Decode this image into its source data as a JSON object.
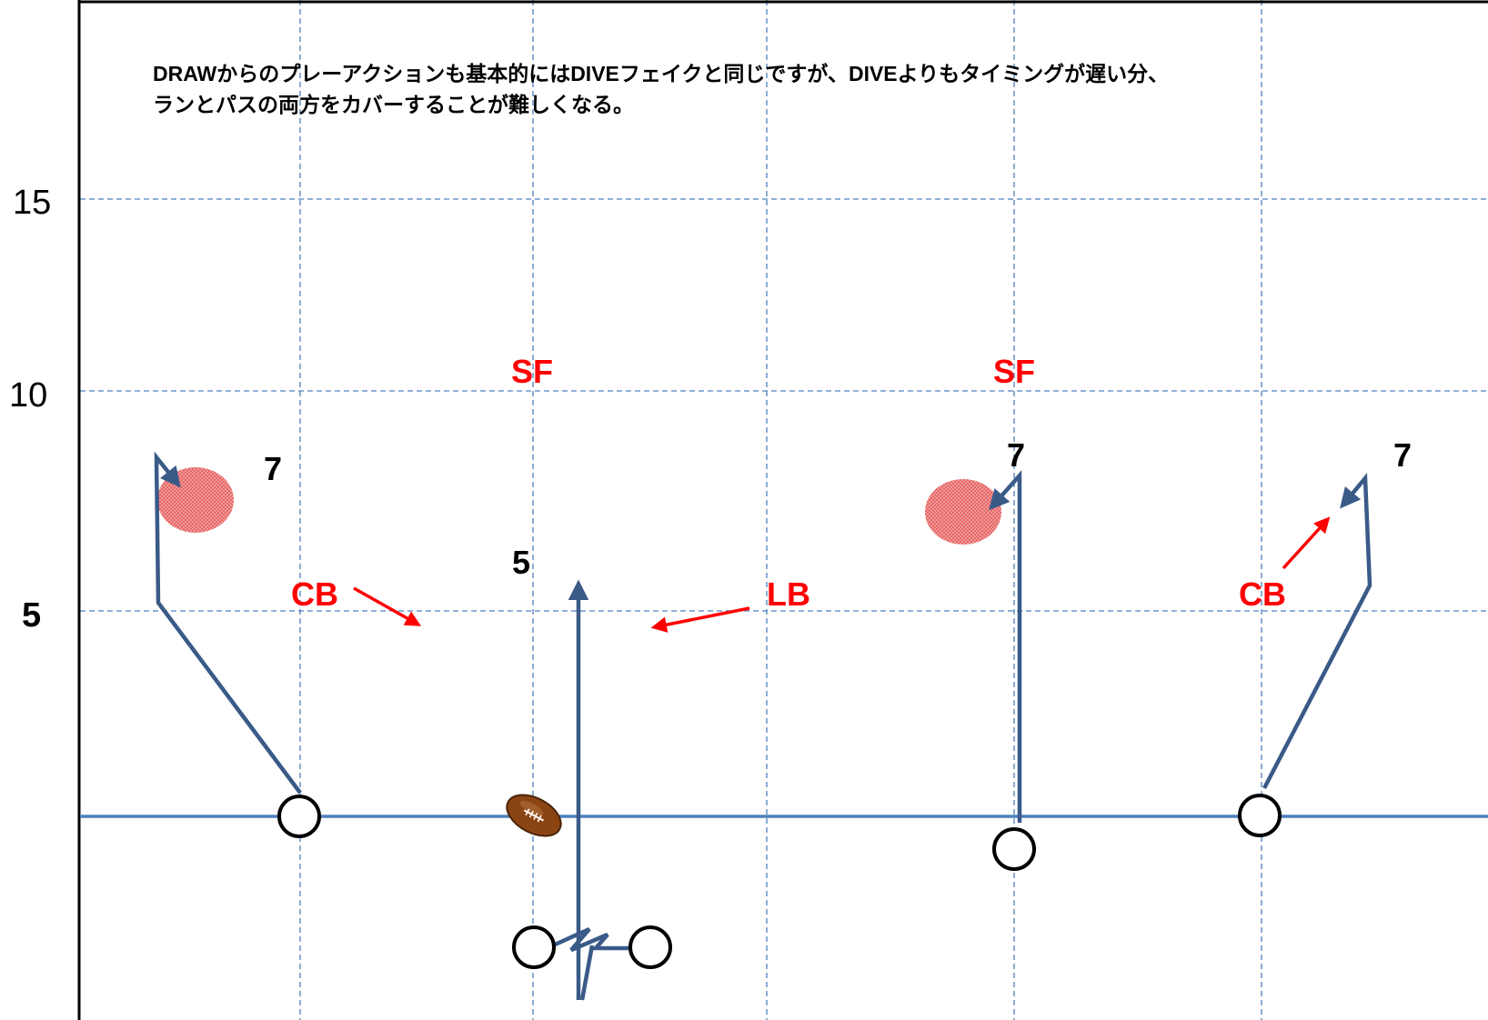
{
  "description": {
    "line1": "DRAWからのプレーアクションも基本的にはDIVEフェイクと同じですが、DIVEよりもタイミングが遅い分、",
    "line2": "ランとパスの両方をカバーすることが難しくなる。"
  },
  "yard_markers": {
    "y15": "15",
    "y10": "10",
    "y5": "5"
  },
  "defenders": {
    "sf_left": "SF",
    "sf_right": "SF",
    "cb_left": "CB",
    "lb": "LB",
    "cb_right": "CB"
  },
  "route_depths": {
    "left_outside": "7",
    "center": "5",
    "right_inside": "7",
    "right_outside": "7"
  },
  "colors": {
    "grid": "#4f81bd",
    "route": "#3a5a88",
    "defender_label": "#ff0000",
    "target_zone": "#f08080",
    "football": "#8b4513"
  }
}
